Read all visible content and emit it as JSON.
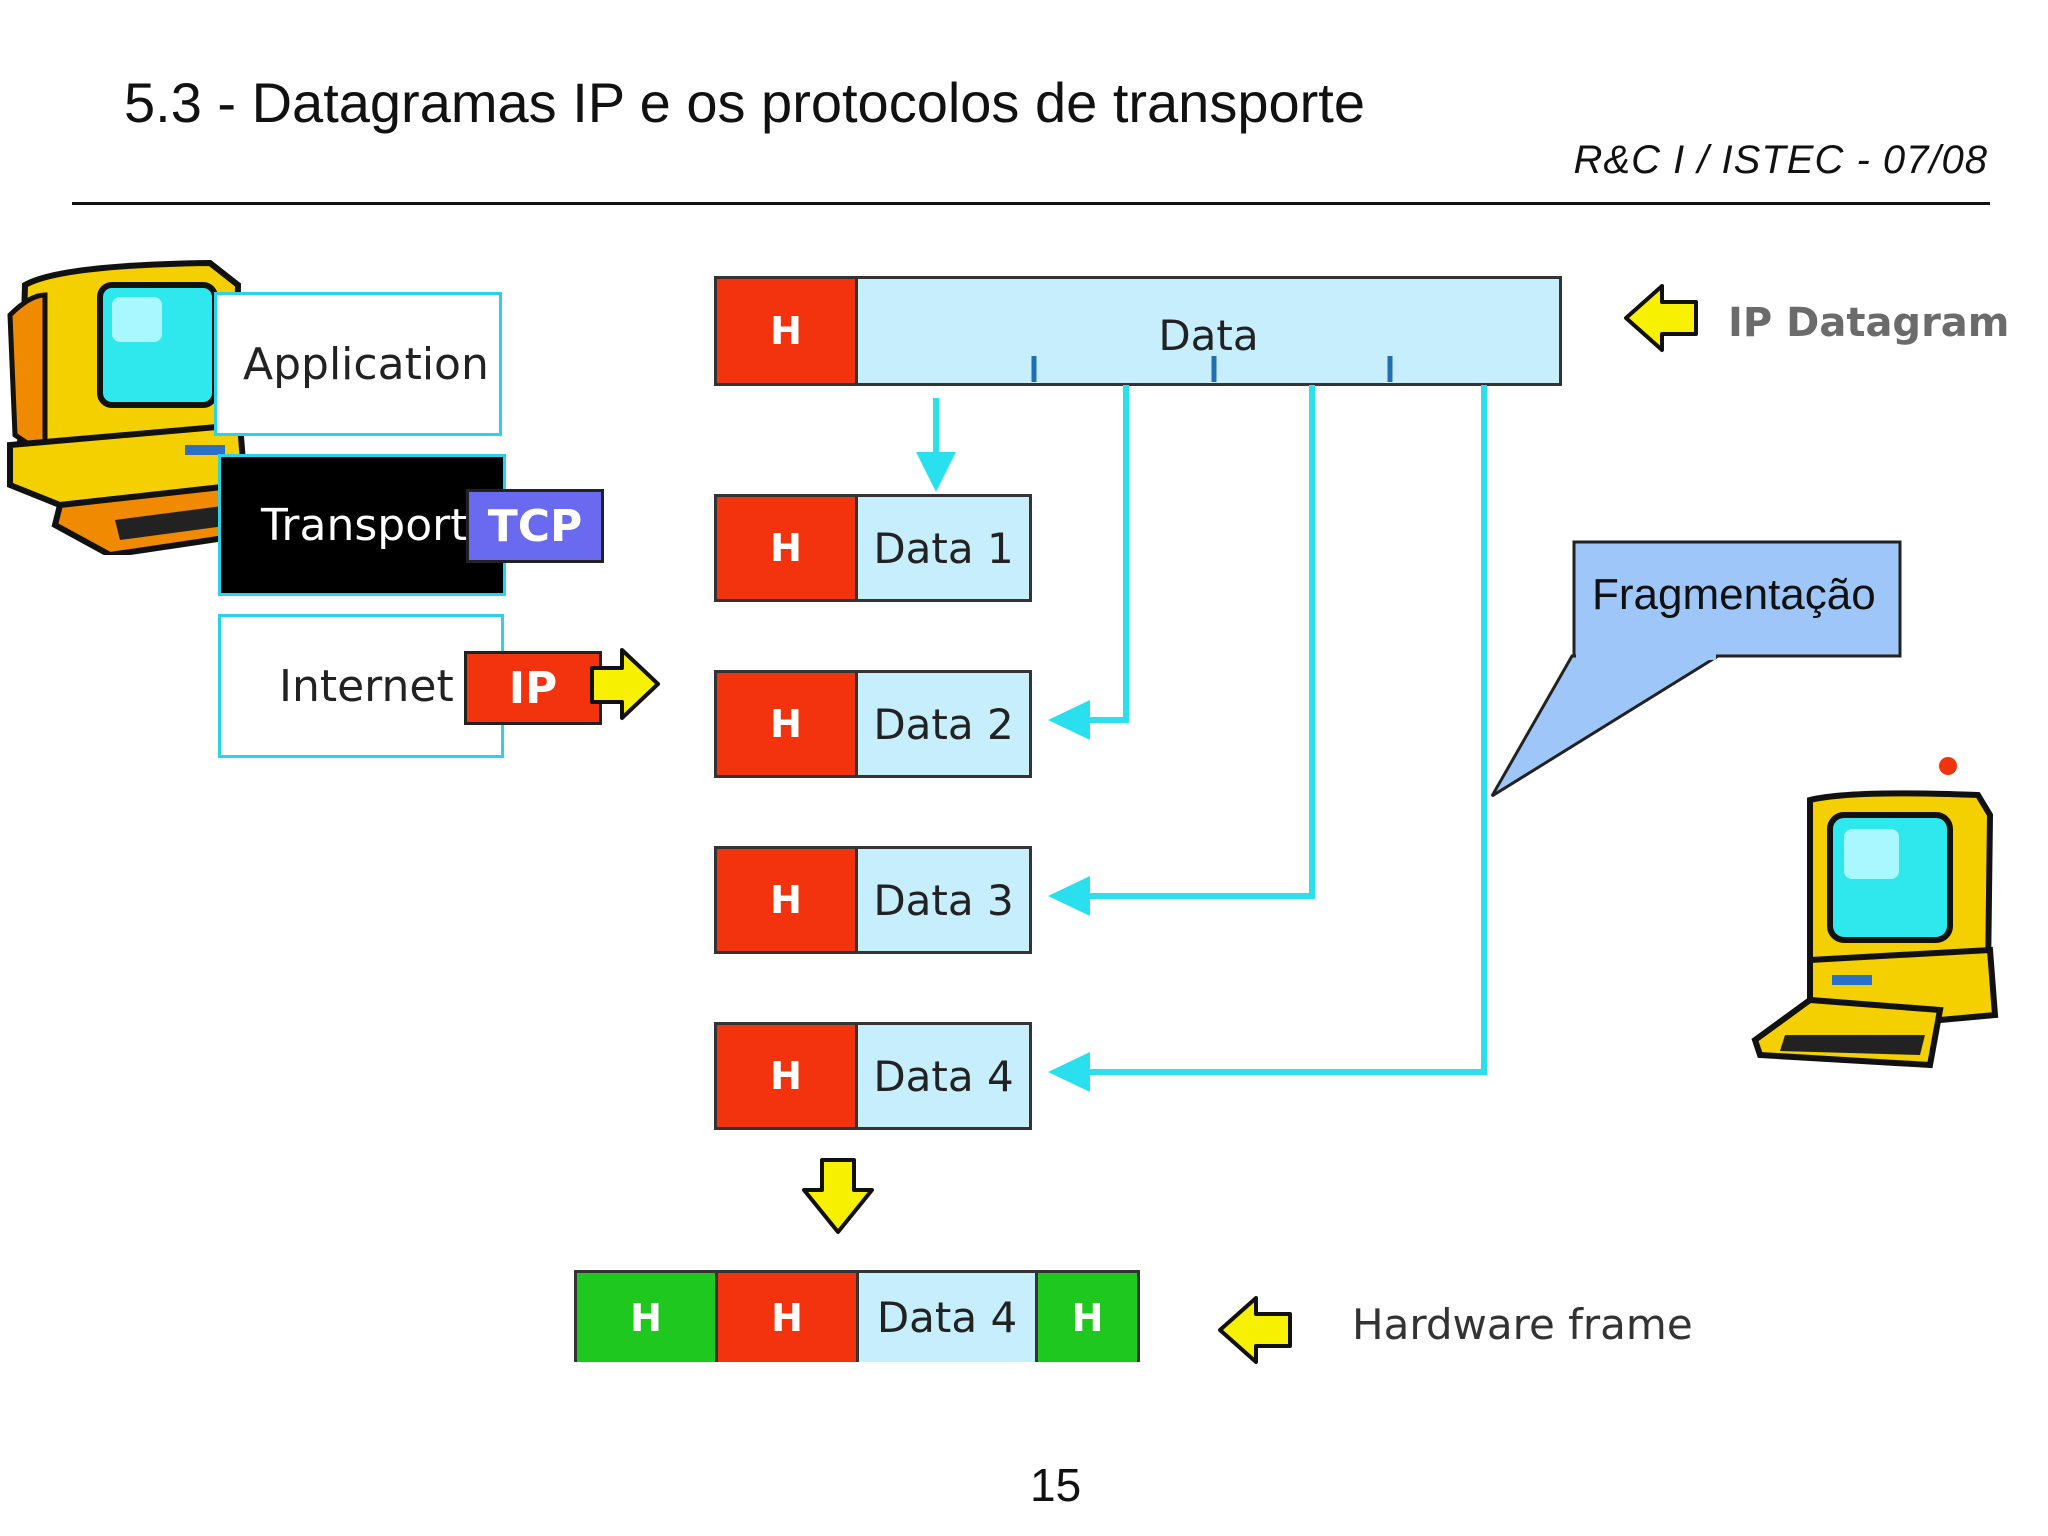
{
  "header": {
    "title": "5.3 - Datagramas IP e os protocolos de transporte",
    "subtitle": "R&C I  /  ISTEC  -  07/08"
  },
  "layers": {
    "application": "Application",
    "transport": "Transport",
    "transport_tag": "TCP",
    "internet": "Internet",
    "internet_tag": "IP"
  },
  "datagram": {
    "header": "H",
    "data": "Data",
    "label": "IP Datagram"
  },
  "fragments": [
    {
      "header": "H",
      "data": "Data 1"
    },
    {
      "header": "H",
      "data": "Data 2"
    },
    {
      "header": "H",
      "data": "Data 3"
    },
    {
      "header": "H",
      "data": "Data 4"
    }
  ],
  "frame": {
    "frame_header": "H",
    "ip_header": "H",
    "data": "Data 4",
    "trailer": "H",
    "label": "Hardware frame"
  },
  "callout": "Fragmentação",
  "page_number": "15",
  "colors": {
    "header_red": "#f2330d",
    "data_blue": "#c7eefc",
    "arrow_cyan": "#2ae0ee",
    "frame_green": "#1ec81e",
    "tcp_purple": "#6a6af0",
    "callout_blue": "#9ec6f8",
    "computer_yellow": "#f5d000"
  }
}
